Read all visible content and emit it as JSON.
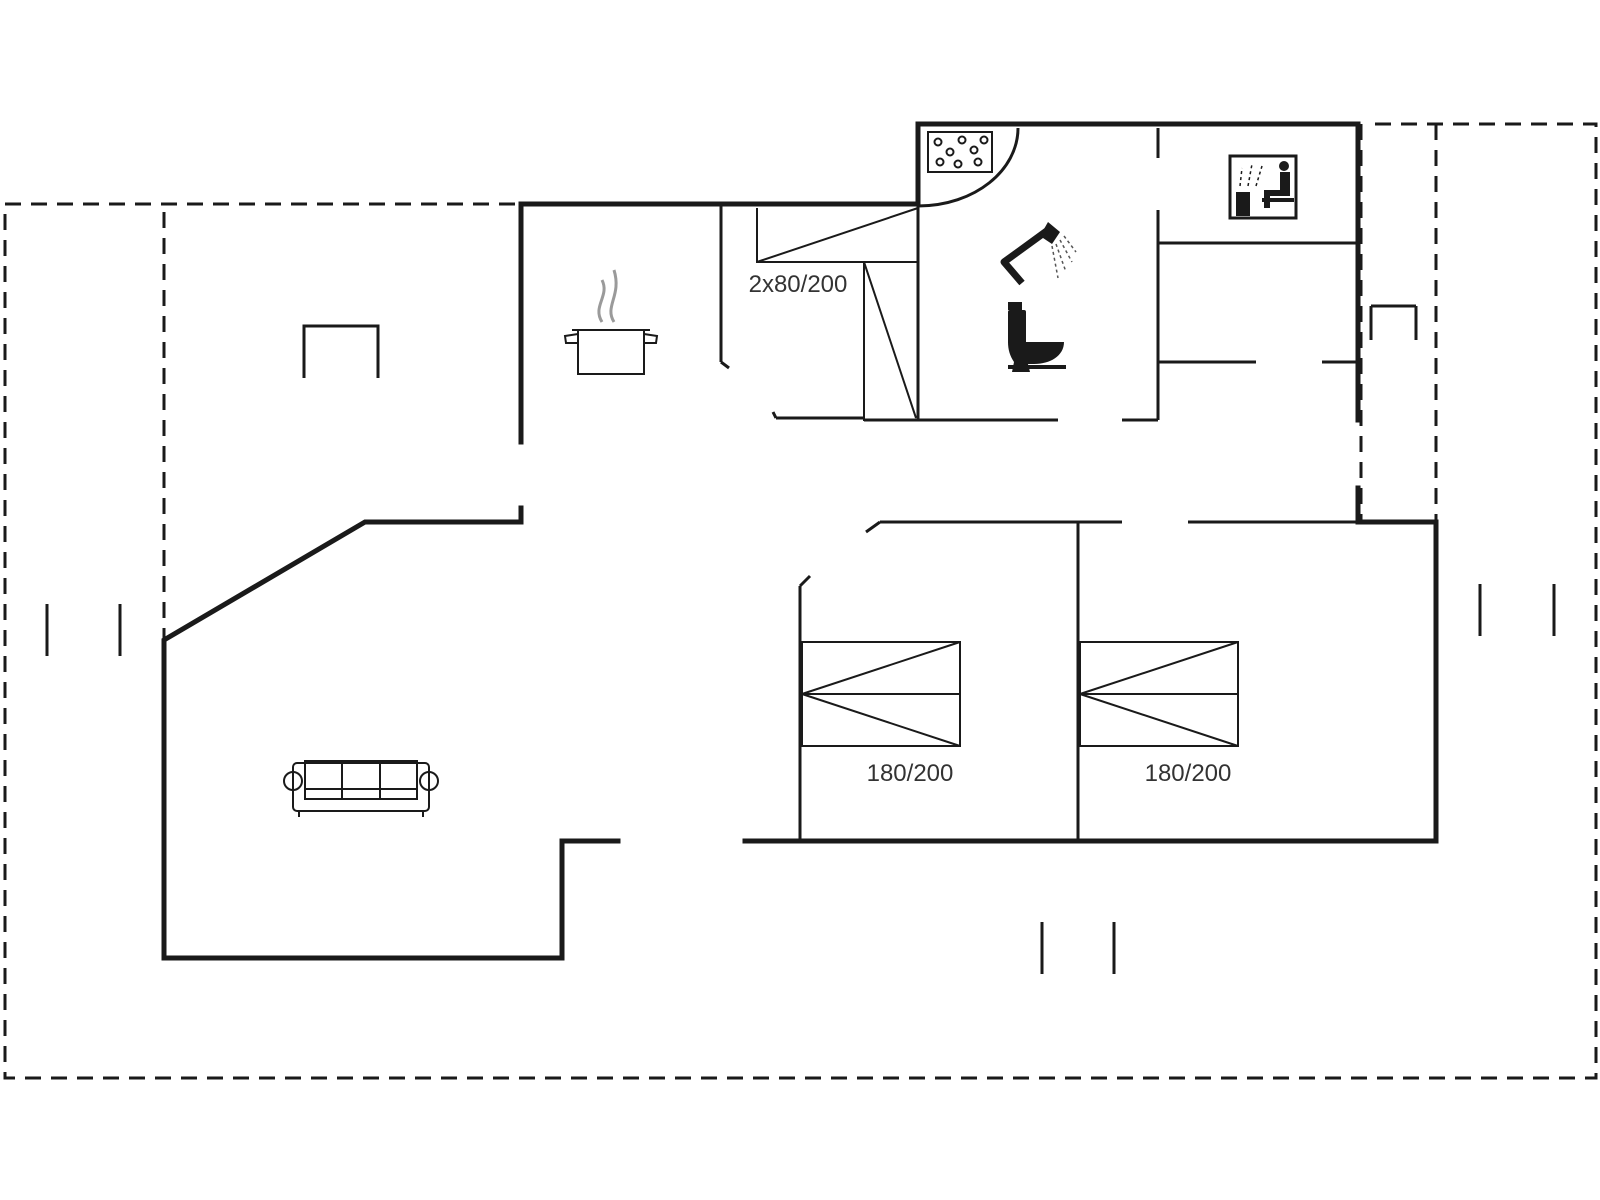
{
  "labels": {
    "bunk_beds": "2x80/200",
    "bed_room_1": "180/200",
    "bed_room_2": "180/200"
  },
  "icons": {
    "kitchen": "cooking-pot-icon",
    "living": "sofa-icon",
    "shower": "shower-icon",
    "toilet": "toilet-icon",
    "spa": "whirlpool-icon",
    "sauna": "sauna-icon"
  },
  "colors": {
    "wall": "#1a1a1a",
    "label": "#333333",
    "background": "#ffffff"
  }
}
